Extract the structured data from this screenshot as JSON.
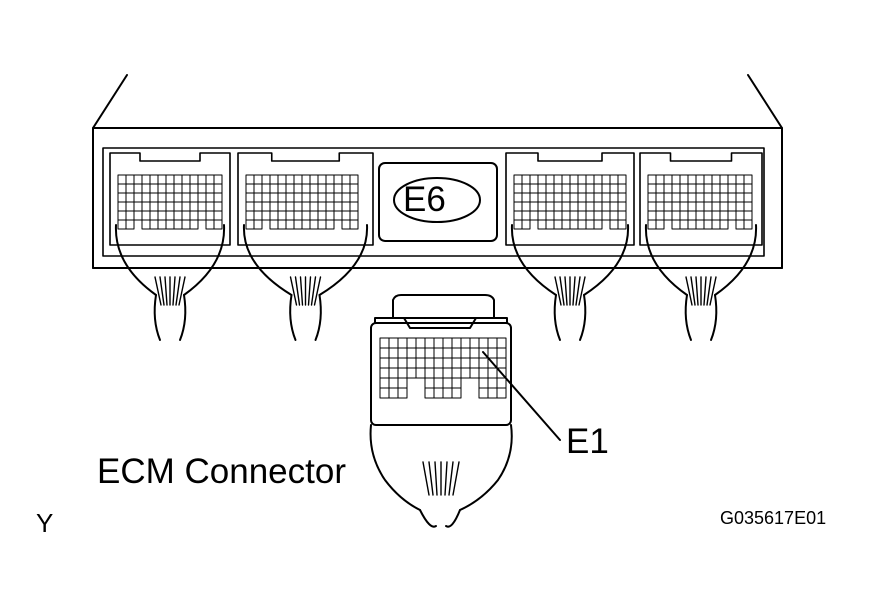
{
  "labels": {
    "ecm_connector": "ECM Connector",
    "e1": "E1",
    "e6": "E6",
    "figure_code": "G035617E01",
    "corner_mark": "Y"
  },
  "colors": {
    "line": "#000000",
    "background": "#ffffff"
  }
}
